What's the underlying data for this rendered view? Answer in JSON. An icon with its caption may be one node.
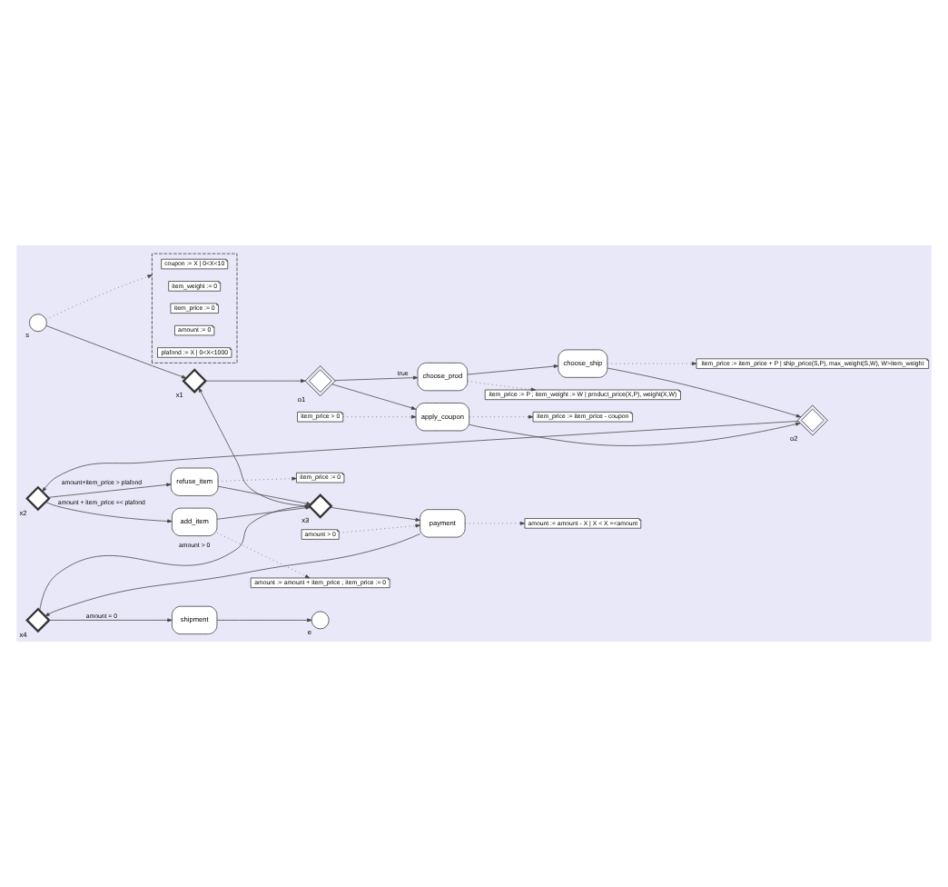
{
  "diagram": {
    "nodes": [
      {
        "text": [],
        "shape": "circle",
        "beside": [
          "s"
        ]
      },
      {
        "text": [],
        "shape": "box"
      },
      {
        "text": [
          "coupon := X | 0<X<10"
        ],
        "in": 1
      },
      {
        "text": [
          "item_weight := 0"
        ],
        "in": 1
      },
      {
        "text": [
          "item_price := 0"
        ],
        "in": 1
      },
      {
        "text": [
          "amount := 0"
        ],
        "in": 1
      },
      {
        "text": [
          "plafond := X | 0<X<1000"
        ],
        "in": 1
      },
      {
        "text": [],
        "shape": "diamond",
        "beside": [
          "x1"
        ]
      },
      {
        "text": [],
        "shape": "diamond",
        "beside": [
          "o1"
        ]
      },
      {
        "text": [
          "item_price > 0"
        ]
      },
      {
        "text": [
          "item_price := item_price - coupon"
        ]
      },
      {
        "text": [
          "apply_coupon"
        ]
      },
      {
        "text": [
          "choose_prod"
        ]
      },
      {
        "text": [
          "choose_ship"
        ]
      },
      {
        "text": [],
        "shape": "diamond",
        "beside": [
          "o2"
        ]
      },
      {
        "text": [
          "item_price := P ; item_weight := W | product_price(X,P), weight(X,W)"
        ]
      },
      {
        "text": [
          "item_price := item_price + P | ship_price(S,P), max_weight(S,W), W>item_weight"
        ]
      },
      {
        "text": [],
        "shape": "diamond",
        "beside": [
          "x2"
        ]
      },
      {
        "text": [
          "item_price := 0"
        ]
      },
      {
        "text": [
          "refuse_item"
        ]
      },
      {
        "text": [
          "add_item"
        ]
      },
      {
        "text": [
          "amount := amount + item_price ; item_price := 0"
        ]
      },
      {
        "text": [],
        "shape": "diamond",
        "beside": [
          "x3"
        ]
      },
      {
        "text": [],
        "shape": "diamond",
        "beside": [
          "x4"
        ]
      },
      {
        "text": [
          "shipment"
        ]
      },
      {
        "text": [],
        "shape": "circle",
        "beside": [
          "e"
        ]
      },
      {
        "text": [
          "amount > 0"
        ]
      },
      {
        "text": [
          "payment"
        ]
      },
      {
        "text": [
          "amount := amount - X | X < X =<amount"
        ]
      }
    ],
    "edges": [
      {
        "from": 0,
        "to": 7,
        "arrow": "to"
      },
      {
        "from": 0,
        "to": 1,
        "arrow": "to",
        "style": "dashed"
      },
      {
        "from": 7,
        "to": 8,
        "arrow": "to"
      },
      {
        "from": 8,
        "to": 11,
        "arrow": "to"
      },
      {
        "from": 8,
        "to": 12,
        "arrow": "to",
        "label": "true"
      },
      {
        "from": 9,
        "to": 11,
        "arrow": "to",
        "style": "dashed"
      },
      {
        "from": 11,
        "to": 10,
        "arrow": "to",
        "style": "dashed"
      },
      {
        "from": 12,
        "to": 13,
        "arrow": "to"
      },
      {
        "from": 13,
        "to": 14,
        "arrow": "to"
      },
      {
        "from": 11,
        "to": 14,
        "arrow": "to"
      },
      {
        "from": 12,
        "to": 15,
        "arrow": "to",
        "style": "dashed"
      },
      {
        "from": 13,
        "to": 16,
        "arrow": "to",
        "style": "dashed"
      },
      {
        "from": 14,
        "to": 17,
        "arrow": "to"
      },
      {
        "from": 17,
        "to": 19,
        "arrow": "to",
        "label": "amount+item_price > plafond"
      },
      {
        "from": 17,
        "to": 20,
        "arrow": "to",
        "label": "amount + item_price =< plafond"
      },
      {
        "from": 19,
        "to": 18,
        "arrow": "to",
        "style": "dashed"
      },
      {
        "from": 20,
        "to": 21,
        "arrow": "to",
        "style": "dashed"
      },
      {
        "from": 19,
        "to": 22,
        "arrow": "to"
      },
      {
        "from": 20,
        "to": 22,
        "arrow": "to"
      },
      {
        "from": 22,
        "to": 7,
        "arrow": "to"
      },
      {
        "from": 22,
        "to": 27,
        "arrow": "to"
      },
      {
        "from": 26,
        "to": 27,
        "arrow": "to",
        "style": "dashed"
      },
      {
        "from": 27,
        "to": 28,
        "arrow": "to",
        "style": "dashed"
      },
      {
        "from": 27,
        "to": 23,
        "arrow": "to"
      },
      {
        "from": 23,
        "to": 24,
        "arrow": "to",
        "label": "amount = 0"
      },
      {
        "from": 23,
        "to": 22,
        "arrow": "to",
        "label": "amount > 0"
      },
      {
        "from": 24,
        "to": 25,
        "arrow": "to"
      }
    ]
  }
}
